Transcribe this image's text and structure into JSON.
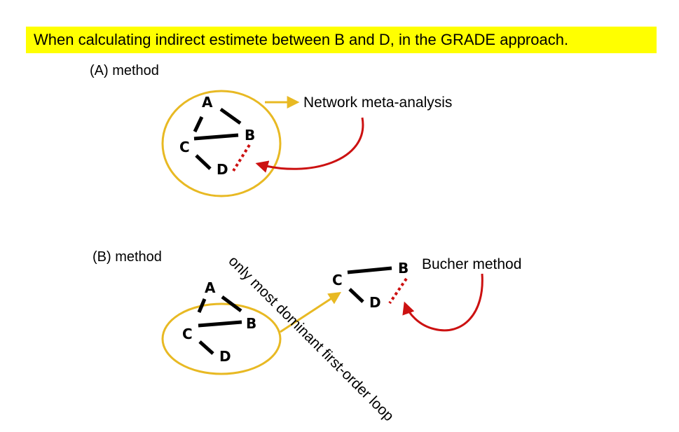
{
  "header": {
    "title": "When calculating indirect estimete between B and D, in the GRADE approach.",
    "highlight_color": "#ffff00"
  },
  "section_a": {
    "label": "(A) method",
    "nodes": {
      "a": "A",
      "b": "B",
      "c": "C",
      "d": "D"
    },
    "annotation": "Network meta-analysis"
  },
  "section_b": {
    "label": "(B) method",
    "nodes": {
      "a": "A",
      "b": "B",
      "c": "C",
      "d": "D"
    },
    "loop_nodes": {
      "b": "B",
      "c": "C",
      "d": "D"
    },
    "annotation": "Bucher method",
    "diagonal_note": "only most dominant first-order loop"
  },
  "colors": {
    "ring": "#e8b923",
    "indirect_edge": "#cc1111",
    "curved_arrow": "#cc1111",
    "edge": "#000000"
  }
}
